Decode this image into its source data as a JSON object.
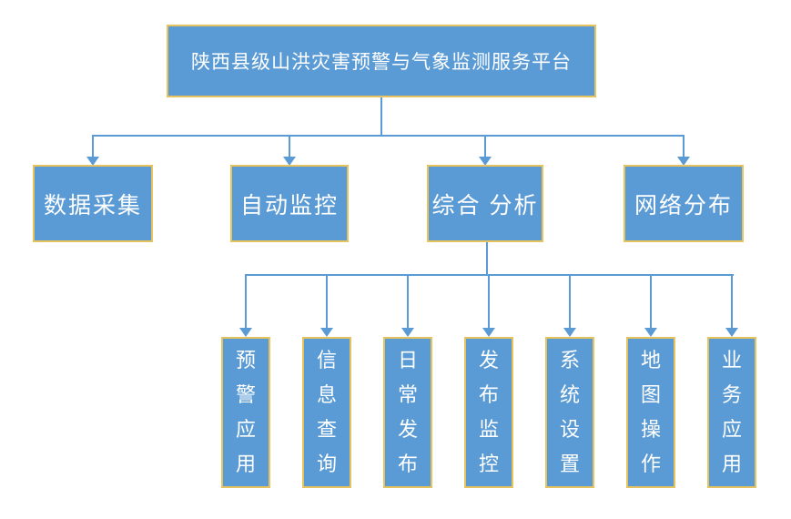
{
  "diagram": {
    "root": {
      "label": "陕西县级山洪灾害预警与气象监测服务平台"
    },
    "level2": [
      {
        "label": "数据采集"
      },
      {
        "label": "自动监控"
      },
      {
        "label": "综合 分析"
      },
      {
        "label": "网络分布"
      }
    ],
    "level3": [
      {
        "label": "预警应用"
      },
      {
        "label": "信息查询"
      },
      {
        "label": "日常发布"
      },
      {
        "label": "发布监控"
      },
      {
        "label": "系统设置"
      },
      {
        "label": "地图操作"
      },
      {
        "label": "业务应用"
      }
    ],
    "colors": {
      "box_fill": "#5B9BD5",
      "box_border": "#E6C35C",
      "connector": "#5B9BD5",
      "text": "#FFFFFF",
      "background": "#FFFFFF"
    }
  }
}
